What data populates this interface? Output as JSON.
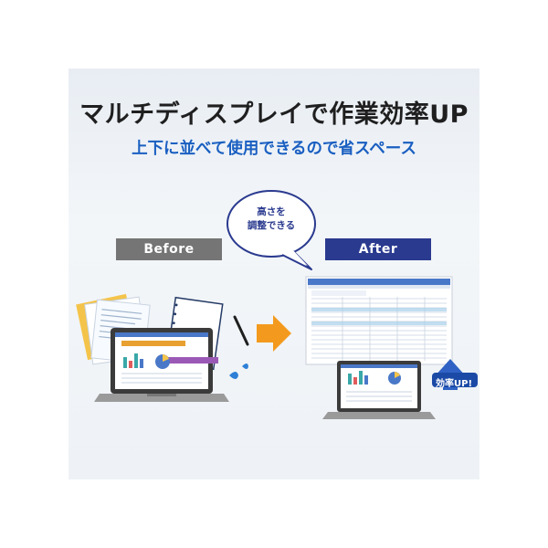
{
  "title": "マルチディスプレイで作業効率UP",
  "subtitle": "上下に並べて使用できるので省スペース",
  "before_label": "Before",
  "after_label": "After",
  "bubble": {
    "line1": "高さを",
    "line2": "調整できる"
  },
  "badge": "効率UP!",
  "colors": {
    "accent_blue": "#1a5fc1",
    "after_tag": "#2a3a8f",
    "before_tag": "#757575",
    "arrow": "#f39a1e"
  }
}
